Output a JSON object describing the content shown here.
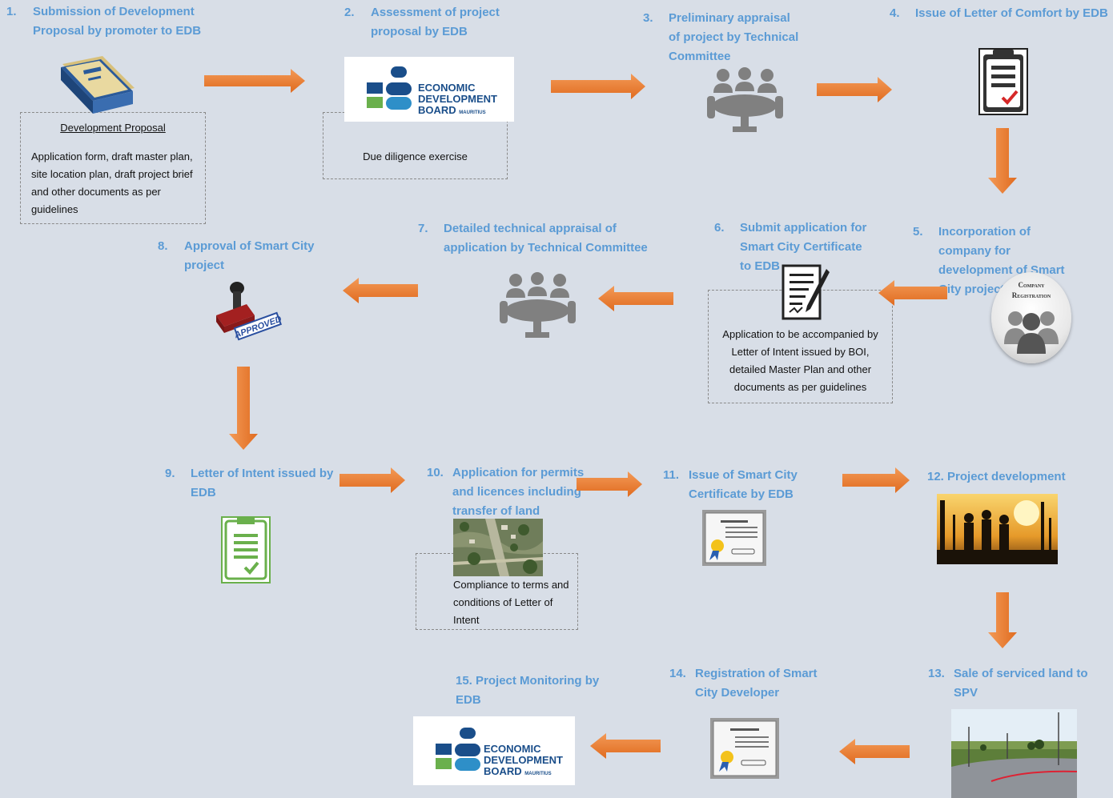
{
  "steps": [
    {
      "num": "1.",
      "label": "Submission of Development Proposal by promoter to EDB"
    },
    {
      "num": "2.",
      "label": "Assessment of project proposal by EDB"
    },
    {
      "num": "3.",
      "label": "Preliminary appraisal of project by Technical Committee"
    },
    {
      "num": "4.",
      "label": "Issue of Letter of Comfort by EDB"
    },
    {
      "num": "5.",
      "label": "Incorporation of company for development of Smart City project"
    },
    {
      "num": "6.",
      "label": "Submit application for Smart City Certificate to EDB"
    },
    {
      "num": "7.",
      "label": "Detailed technical appraisal of application by Technical Committee"
    },
    {
      "num": "8.",
      "label": "Approval of Smart City project"
    },
    {
      "num": "9.",
      "label": "Letter of Intent issued by EDB"
    },
    {
      "num": "10.",
      "label": "Application for permits and licences including transfer of land"
    },
    {
      "num": "11.",
      "label": "Issue of Smart City Certificate by EDB"
    },
    {
      "num": "12.",
      "label": "Project development"
    },
    {
      "num": "13.",
      "label": "Sale of serviced land to SPV"
    },
    {
      "num": "14.",
      "label": "Registration of Smart City Developer"
    },
    {
      "num": "15.",
      "label": "Project Monitoring by EDB"
    }
  ],
  "boxes": {
    "dev_title": "Development Proposal",
    "dev_body": "Application form, draft master plan, site location plan, draft project brief and other documents as per guidelines",
    "due": "Due diligence exercise",
    "app": "Application to be accompanied by Letter of Intent issued by BOI, detailed Master Plan and other documents as per guidelines",
    "comp": "Compliance to terms and conditions of Letter of Intent"
  },
  "logo": {
    "line1": "ECONOMIC",
    "line2": "DEVELOPMENT",
    "line3": "BOARD",
    "small": "MAURITIUS"
  },
  "company_reg": {
    "line1": "Company",
    "line2": "Registration"
  },
  "stamp_text": "APPROVED",
  "colors": {
    "step_text": "#5b9bd5",
    "arrow": "#ed7d31",
    "background": "#d8dee7"
  }
}
